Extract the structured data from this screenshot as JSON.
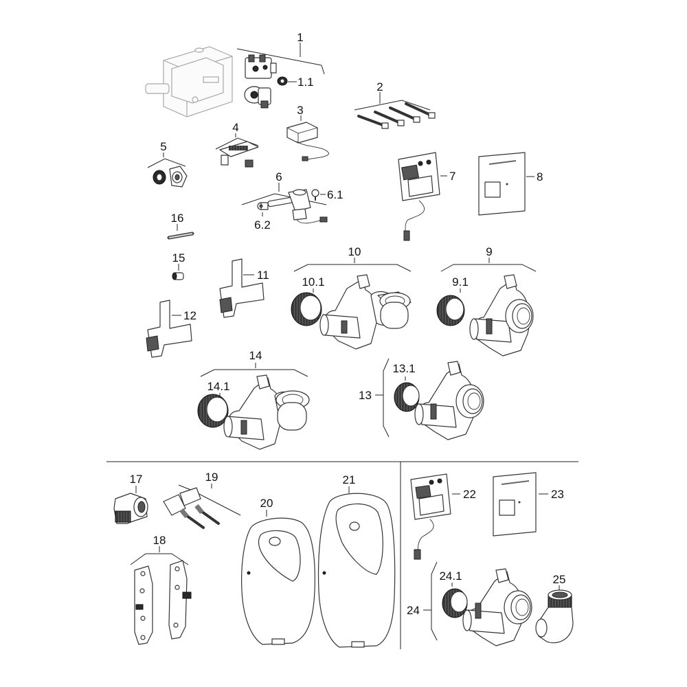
{
  "callouts": {
    "c1": "1",
    "c1_1": "1.1",
    "c2": "2",
    "c3": "3",
    "c4": "4",
    "c5": "5",
    "c6": "6",
    "c6_1": "6.1",
    "c6_2": "6.2",
    "c7": "7",
    "c8": "8",
    "c9": "9",
    "c9_1": "9.1",
    "c10": "10",
    "c10_1": "10.1",
    "c11": "11",
    "c12": "12",
    "c13": "13",
    "c13_1": "13.1",
    "c14": "14",
    "c14_1": "14.1",
    "c15": "15",
    "c16": "16",
    "c17": "17",
    "c18": "18",
    "c19": "19",
    "c20": "20",
    "c21": "21",
    "c22": "22",
    "c23": "23",
    "c24": "24",
    "c24_1": "24.1",
    "c25": "25"
  }
}
